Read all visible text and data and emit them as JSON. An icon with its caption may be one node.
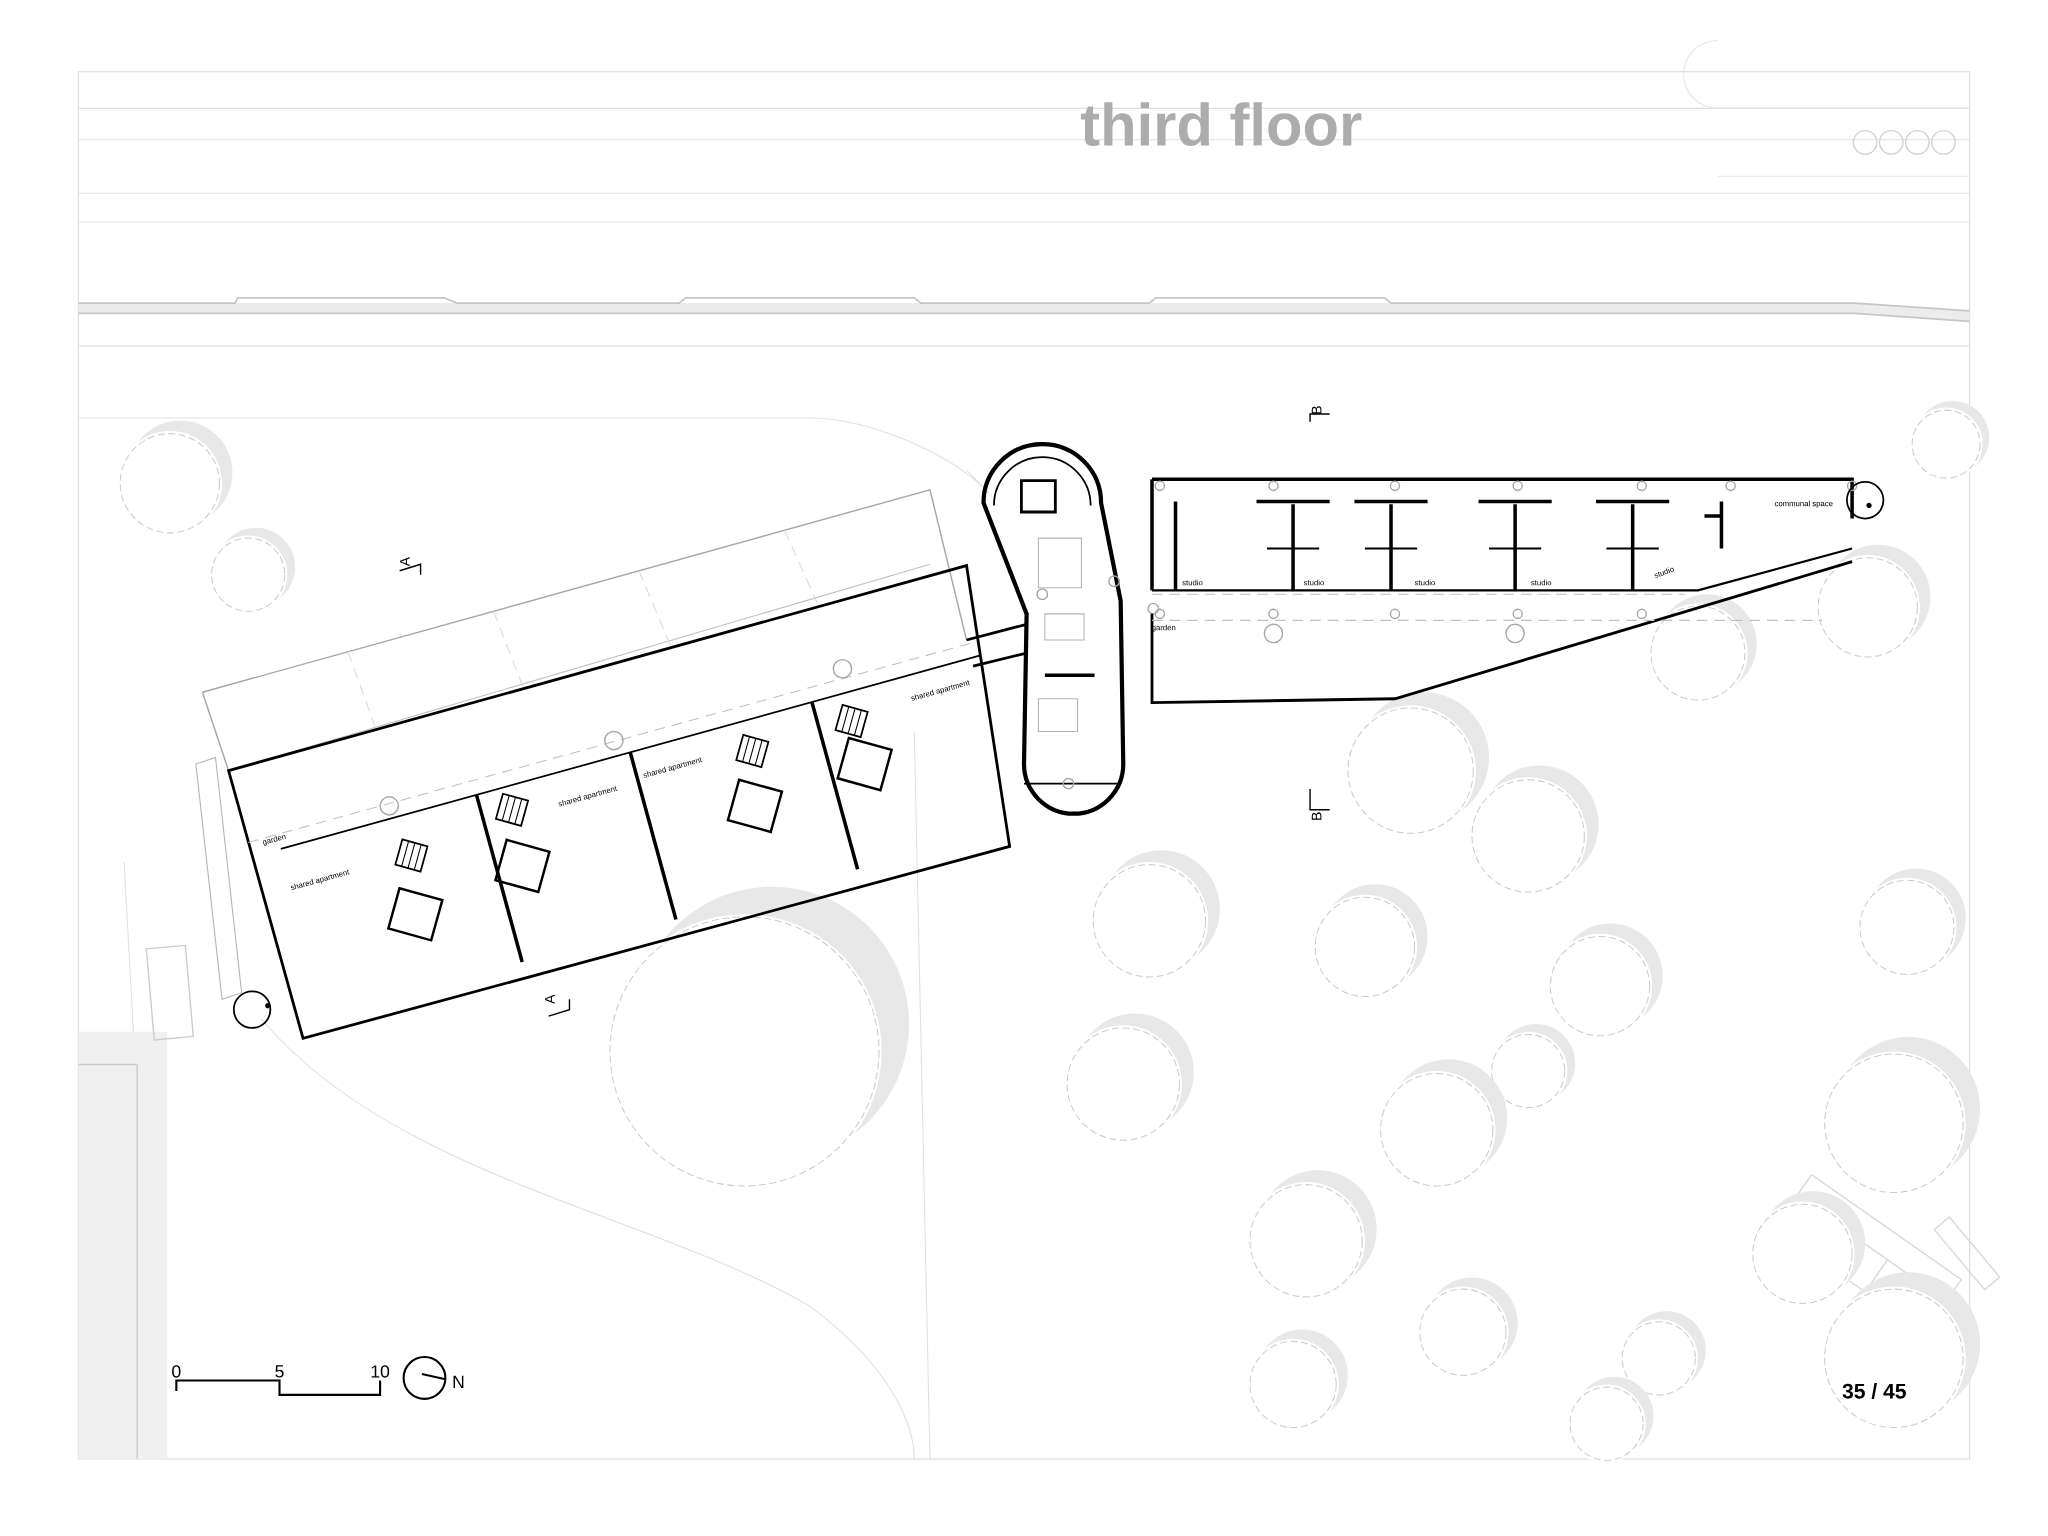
{
  "diagram": {
    "title": "third floor",
    "labels": [
      "B",
      "communal space",
      "A",
      "studio",
      "studio",
      "studio",
      "studio",
      "studio",
      "garden",
      "shared apartment",
      "shared apartment",
      "shared apartment",
      "shared apartment",
      "garden",
      "B",
      "A",
      "0",
      "5",
      "10",
      "N",
      "35 / 45"
    ]
  }
}
